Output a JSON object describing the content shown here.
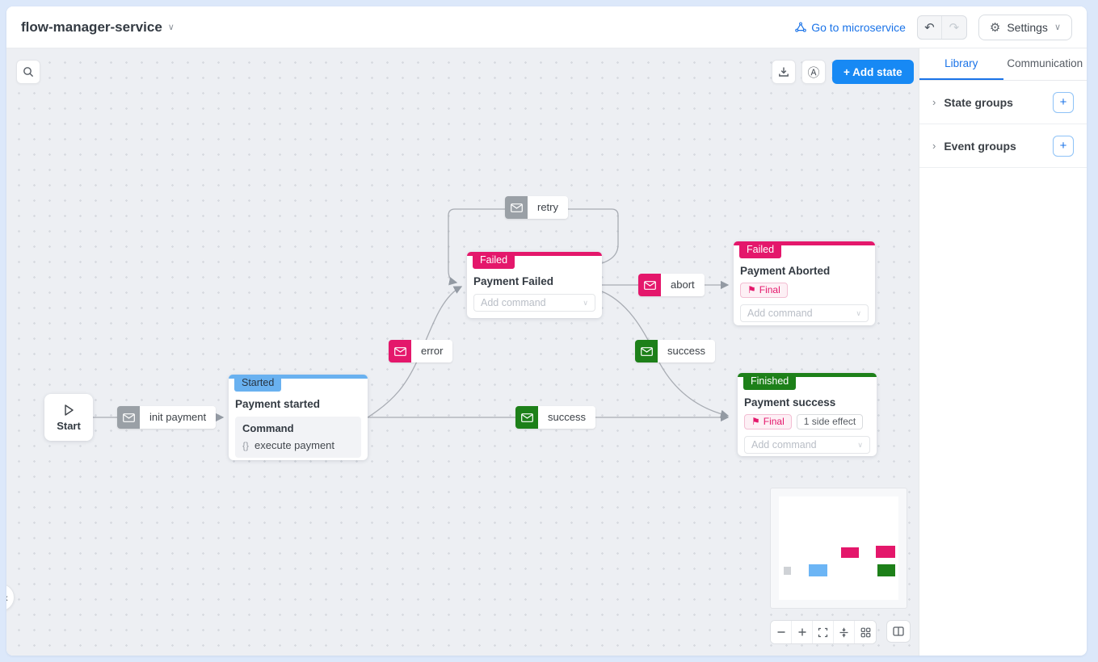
{
  "header": {
    "title": "flow-manager-service",
    "go_to_microservice": "Go to microservice",
    "settings": "Settings"
  },
  "canvas": {
    "add_state": "+ Add state"
  },
  "sidebar": {
    "tabs": [
      {
        "label": "Library",
        "active": true
      },
      {
        "label": "Communication",
        "active": false
      }
    ],
    "sections": [
      {
        "label": "State groups"
      },
      {
        "label": "Event groups"
      }
    ]
  },
  "nodes": {
    "start": {
      "label": "Start"
    },
    "payment_started": {
      "badge": "Started",
      "title": "Payment started",
      "command_header": "Command",
      "command_braces": "{}",
      "command": "execute payment",
      "color": "#69b1f0"
    },
    "payment_failed": {
      "badge": "Failed",
      "title": "Payment Failed",
      "placeholder": "Add command",
      "color": "#e4176b"
    },
    "payment_aborted": {
      "badge": "Failed",
      "title": "Payment Aborted",
      "final_tag": "Final",
      "placeholder": "Add command",
      "color": "#e4176b"
    },
    "payment_success": {
      "badge": "Finished",
      "title": "Payment success",
      "final_tag": "Final",
      "side_effect_tag": "1 side effect",
      "placeholder": "Add command",
      "color": "#1d8019"
    }
  },
  "events": {
    "init_payment": {
      "label": "init payment",
      "color": "#9aa0a6"
    },
    "retry": {
      "label": "retry",
      "color": "#9aa0a6"
    },
    "error": {
      "label": "error",
      "color": "#e4176b"
    },
    "abort": {
      "label": "abort",
      "color": "#e4176b"
    },
    "success_top": {
      "label": "success",
      "color": "#1d8019"
    },
    "success_bottom": {
      "label": "success",
      "color": "#1d8019"
    }
  },
  "colors": {
    "accent_blue": "#1789f4",
    "link_blue": "#1a73e8",
    "state_started": "#69b1f0",
    "state_failed": "#e4176b",
    "state_finished": "#1d8019",
    "event_grey": "#9aa0a6",
    "canvas_bg": "#edeff3"
  }
}
